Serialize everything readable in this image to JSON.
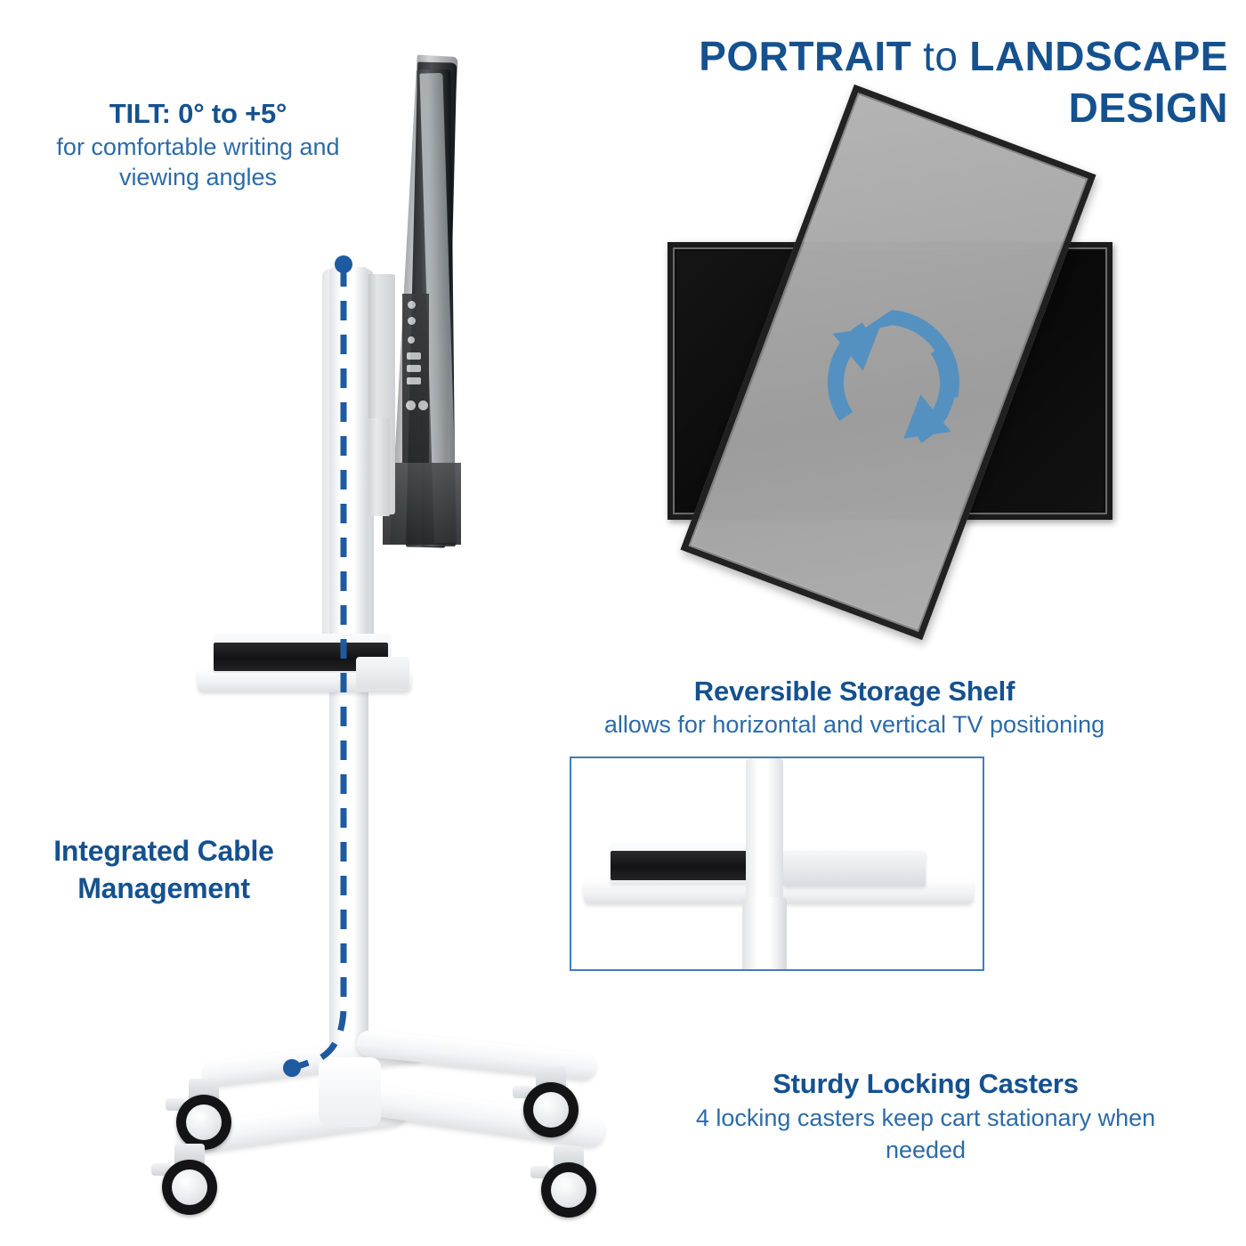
{
  "colors": {
    "heading_blue": "#15518F",
    "subtext_blue": "#2C6BA8",
    "accent_blue": "#5591C0",
    "box_border_blue": "#3F7CC0",
    "cable_line_blue": "#1E5AA0",
    "background": "#FFFFFF"
  },
  "main_title": {
    "line1_part1": "PORTRAIT",
    "line1_part2": "to",
    "line1_part3": "LANDSCAPE",
    "line2": "DESIGN"
  },
  "callouts": {
    "tilt": {
      "heading": "TILT: 0° to +5°",
      "body_line1": "for comfortable writing and",
      "body_line2": "viewing angles"
    },
    "cable": {
      "heading_line1": "Integrated Cable",
      "heading_line2": "Management"
    },
    "shelf": {
      "heading": "Reversible Storage Shelf",
      "body": "allows for horizontal and vertical TV positioning"
    },
    "casters": {
      "heading": "Sturdy Locking Casters",
      "body_line1": "4 locking casters keep cart stationary when",
      "body_line2": "needed"
    }
  },
  "illustrations": {
    "tv_rotation": {
      "icon_name": "rotation-arrows-icon",
      "landscape_tv_label": "landscape-tv",
      "portrait_tv_label": "portrait-tv-rotated",
      "portrait_rotation_degrees": "20.5"
    },
    "shelf_detail": {
      "box_label": "shelf-detail-inset",
      "foam_pad_label": "black-foam-pad",
      "pole_label": "center-pole"
    },
    "cart": {
      "tilt_range_label": "tilt-overlay-0-to-5-degrees",
      "caster_count": 4,
      "cable_path_label": "integrated-cable-route"
    }
  }
}
